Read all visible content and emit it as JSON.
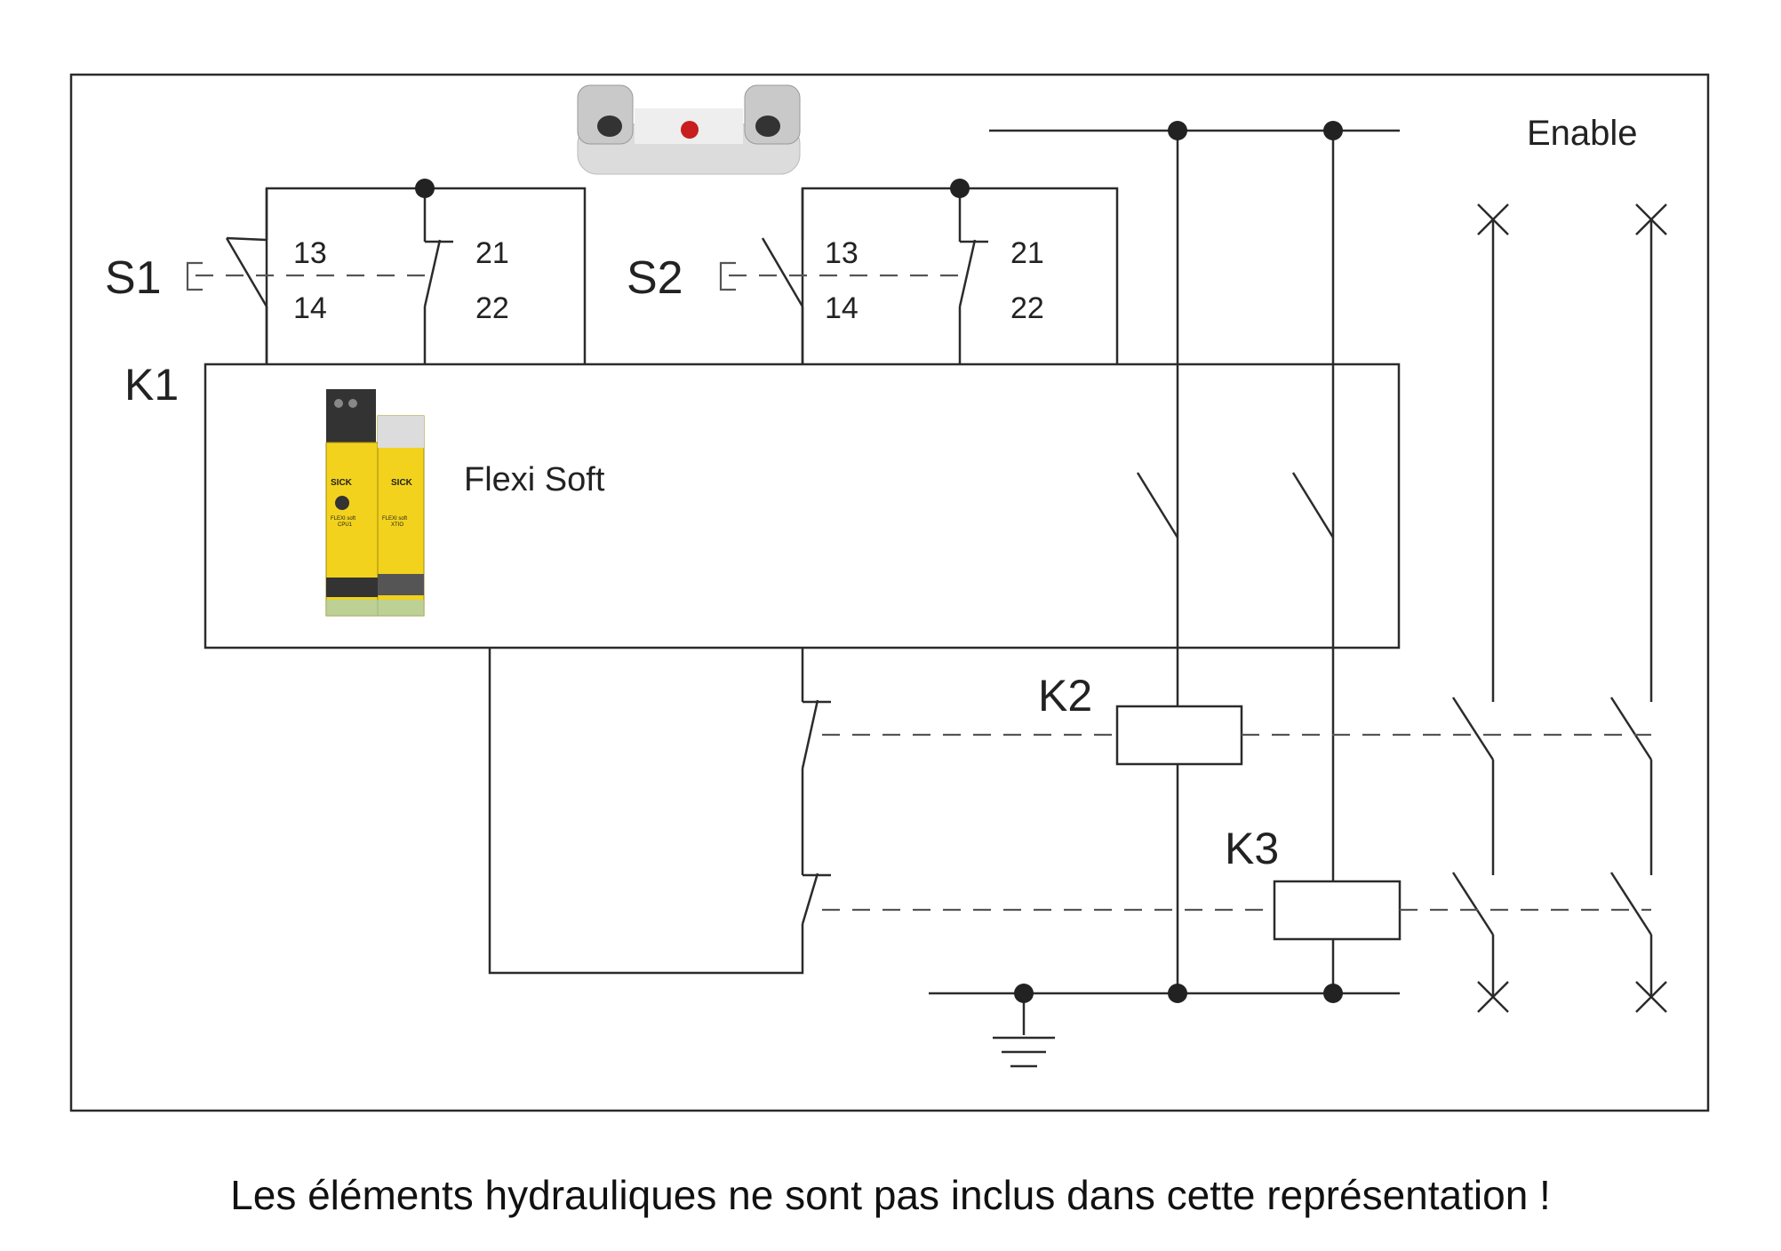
{
  "labels": {
    "enable": "Enable",
    "s1": "S1",
    "s2": "S2",
    "k1": "K1",
    "k2": "K2",
    "k3": "K3",
    "flexi_soft": "Flexi Soft",
    "s1_t13": "13",
    "s1_t14": "14",
    "s1_t21": "21",
    "s1_t22": "22",
    "s2_t13": "13",
    "s2_t14": "14",
    "s2_t21": "21",
    "s2_t22": "22"
  },
  "module": {
    "cpu_brand": "SICK",
    "cpu_name": "FLEXI soft",
    "cpu_model": "CPU1",
    "xtio_brand": "SICK",
    "xtio_name": "FLEXI soft",
    "xtio_model": "XTIO"
  },
  "caption": "Les éléments hydrauliques ne sont pas inclus dans cette représentation !",
  "colors": {
    "line": "#2b2b2b",
    "module_yellow": "#f2d21c",
    "module_dark": "#333333"
  }
}
